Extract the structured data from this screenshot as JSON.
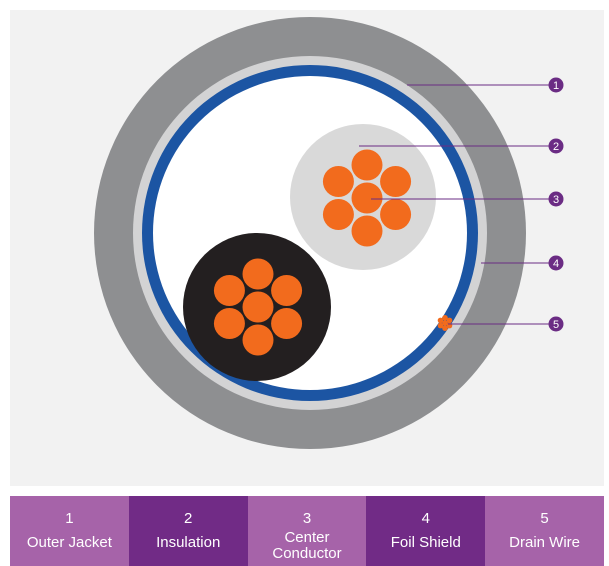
{
  "diagram": {
    "colors": {
      "panel": "#f2f2f2",
      "outer_jacket": "#8e8f91",
      "inner_ring": "#d3d3d4",
      "foil_shield": "#1c55a3",
      "core": "#ffffff",
      "insulation_light": "#d9d9d9",
      "insulation_dark": "#231f20",
      "conductor": "#f26b1d",
      "callout": "#6b2c84"
    },
    "callouts": [
      {
        "number": "1",
        "target": "outer-jacket"
      },
      {
        "number": "2",
        "target": "insulation"
      },
      {
        "number": "3",
        "target": "center-conductor"
      },
      {
        "number": "4",
        "target": "foil-shield"
      },
      {
        "number": "5",
        "target": "drain-wire"
      }
    ]
  },
  "legend": {
    "items": [
      {
        "number": "1",
        "label": "Outer Jacket",
        "color": "#a663a9"
      },
      {
        "number": "2",
        "label": "Insulation",
        "color": "#712b86"
      },
      {
        "number": "3",
        "label": "Center Conductor",
        "color": "#a663a9"
      },
      {
        "number": "4",
        "label": "Foil Shield",
        "color": "#712b86"
      },
      {
        "number": "5",
        "label": "Drain Wire",
        "color": "#a663a9"
      }
    ]
  }
}
